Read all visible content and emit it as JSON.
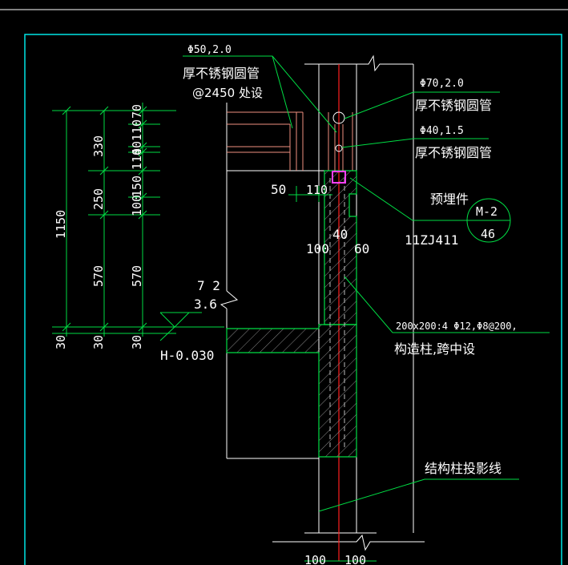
{
  "drawing": {
    "callout_handrail_top": {
      "spec": "Φ50,2.0",
      "name": "厚不锈钢圆管",
      "note": "@2450  处设"
    },
    "callout_pipe_70": {
      "spec": "Φ70,2.0",
      "name": "厚不锈钢圆管"
    },
    "callout_pipe_40": {
      "spec": "Φ40,1.5",
      "name": "厚不锈钢圆管"
    },
    "embedded_part": {
      "label": "预埋件",
      "tag_top": "M-2",
      "tag_bottom": "46"
    },
    "atlas_ref": "11ZJ411",
    "column_note": {
      "spec": "200x200:4 Φ12,Φ8@200,",
      "desc": "构造柱,跨中设"
    },
    "projection_note": "结构柱投影线",
    "level_mark": "H-0.030",
    "wall_dims": {
      "top": "7 2",
      "bottom": "3.6"
    },
    "dims_overall": "1150",
    "dims_col2": [
      "330",
      "250",
      "570",
      "30"
    ],
    "dims_col3": [
      "70",
      "110",
      "40",
      "150",
      "100",
      "570",
      "30"
    ],
    "dims_col3_extra": "110",
    "dims_parapet": {
      "d50": "50",
      "d110": "110",
      "d100": "100",
      "d40": "40",
      "d60": "60"
    },
    "dims_bottom": {
      "left": "100",
      "right": "100"
    }
  }
}
